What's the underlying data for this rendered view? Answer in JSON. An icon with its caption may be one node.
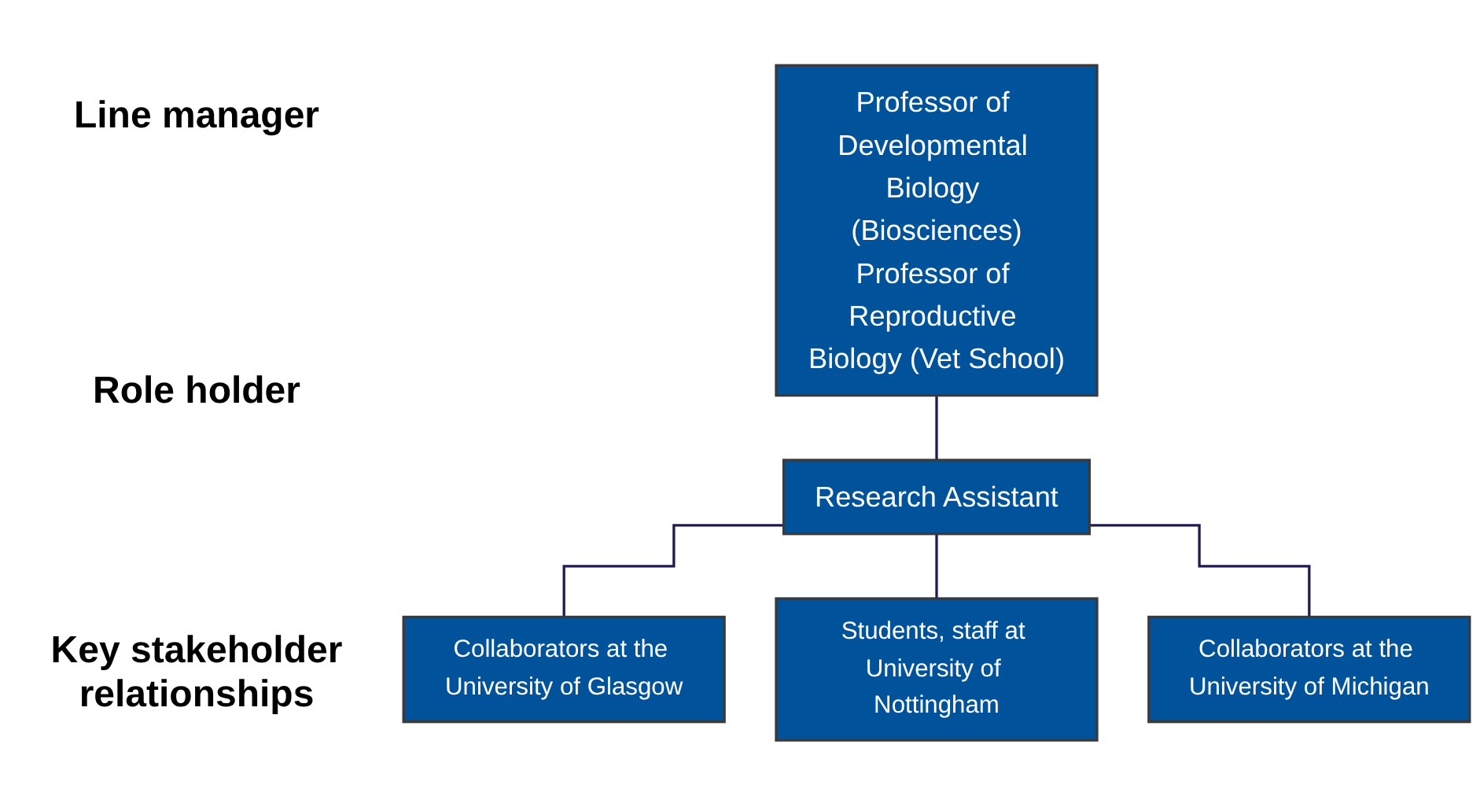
{
  "diagram": {
    "nodes": [
      {
        "text": [
          "Professor of Developmental Biology (Biosciences)",
          "Professor of Reproductive Biology (Vet School)"
        ]
      },
      {
        "text": [
          "Research Assistant"
        ]
      },
      {
        "text": [
          "Collaborators at the University of Glasgow"
        ]
      },
      {
        "text": [
          "Students, staff at University of Nottingham"
        ]
      },
      {
        "text": [
          "Collaborators at the University of Michigan"
        ]
      }
    ],
    "edges": [
      {
        "from": 0,
        "to": 1,
        "arrow": "none"
      },
      {
        "from": 1,
        "to": 2,
        "arrow": "none"
      },
      {
        "from": 1,
        "to": 3,
        "arrow": "none"
      },
      {
        "from": 1,
        "to": 4,
        "arrow": "none"
      }
    ],
    "labels": [
      "Line manager",
      "Role holder",
      "Key stakeholder relationships"
    ]
  }
}
